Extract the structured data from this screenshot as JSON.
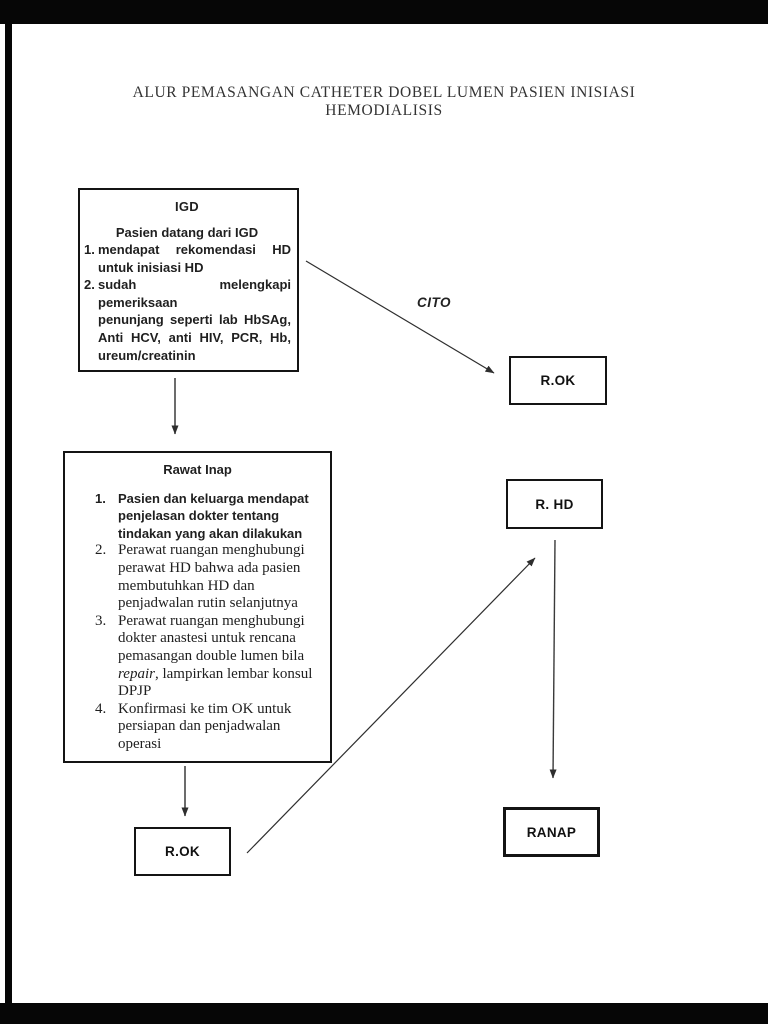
{
  "document": {
    "title_line1": "ALUR PEMASANGAN CATHETER DOBEL LUMEN PASIEN INISIASI",
    "title_line2": "HEMODIALISIS"
  },
  "flowchart": {
    "igd_box": {
      "header": "IGD",
      "subheader": "Pasien datang dari IGD",
      "items": [
        {
          "number": "1.",
          "font": "sans",
          "justify": true,
          "lines": [
            [
              "mendapat rekomendasi HD"
            ],
            [
              "untuk inisiasi HD"
            ]
          ]
        },
        {
          "number": "2.",
          "font": "sans",
          "justify": true,
          "lines": [
            [
              "sudah melengkapi pemeriksaan"
            ],
            [
              "penunjang seperti lab HbSAg,"
            ],
            [
              "Anti HCV, anti HIV, PCR, Hb,"
            ],
            [
              "ureum/creatinin"
            ]
          ]
        }
      ]
    },
    "rawat_inap_box": {
      "header": "Rawat Inap",
      "items": [
        {
          "number": "1.",
          "font": "sans",
          "lines": [
            [
              "Pasien dan keluarga mendapat"
            ],
            [
              "penjelasan dokter tentang"
            ],
            [
              "tindakan yang akan dilakukan"
            ]
          ]
        },
        {
          "number": "2.",
          "font": "serif",
          "lines": [
            [
              "Perawat ruangan menghubungi"
            ],
            [
              "perawat HD bahwa ada pasien"
            ],
            [
              "membutuhkan HD dan"
            ],
            [
              "penjadwalan rutin selanjutnya"
            ]
          ]
        },
        {
          "number": "3.",
          "font": "serif",
          "lines": [
            [
              "Perawat ruangan menghubungi"
            ],
            [
              "dokter anastesi untuk rencana"
            ],
            [
              "pemasangan double lumen bila"
            ],
            [
              {
                "t": "repair",
                "italic": true
              },
              ", lampirkan lembar konsul"
            ],
            [
              "DPJP"
            ]
          ]
        },
        {
          "number": "4.",
          "font": "serif",
          "lines": [
            [
              "Konfirmasi ke tim OK untuk"
            ],
            [
              "persiapan dan penjadwalan"
            ],
            [
              "operasi"
            ]
          ]
        }
      ]
    },
    "rok_top_box": {
      "label": "R.OK"
    },
    "rhd_box": {
      "label": "R. HD"
    },
    "rok_bottom_box": {
      "label": "R.OK"
    },
    "ranap_box": {
      "label": "RANAP"
    },
    "cito_label": "CITO"
  },
  "colors": {
    "ink": "#1f1f1f",
    "box_border": "#141414",
    "arrow": "#2e2e2e",
    "page_bg": "#ffffff",
    "letterbox": "#060606"
  }
}
